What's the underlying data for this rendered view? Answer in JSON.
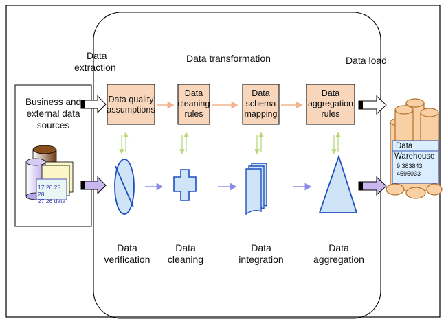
{
  "stages": {
    "extraction": "Data extraction",
    "extraction_line1": "Data",
    "extraction_line2": "extraction",
    "transformation": "Data transformation",
    "load": "Data load"
  },
  "source": {
    "title_lines": [
      "Business and",
      "external data",
      "sources"
    ],
    "sheet_lines": [
      "17 26 25 28",
      "27 26 data"
    ]
  },
  "rules": [
    {
      "lines": [
        "Data quality",
        "assumptions"
      ]
    },
    {
      "lines": [
        "Data",
        "cleaning",
        "rules"
      ]
    },
    {
      "lines": [
        "Data",
        "schema",
        "mapping"
      ]
    },
    {
      "lines": [
        "Data",
        "aggregation",
        "rules"
      ]
    }
  ],
  "processes": [
    {
      "lines": [
        "Data",
        "verification"
      ],
      "icon": "slashed-ellipse-icon"
    },
    {
      "lines": [
        "Data",
        "cleaning"
      ],
      "icon": "plus-cross-icon"
    },
    {
      "lines": [
        "Data",
        "integration"
      ],
      "icon": "stacked-documents-icon"
    },
    {
      "lines": [
        "Data",
        "aggregation"
      ],
      "icon": "triangle-icon"
    }
  ],
  "warehouse": {
    "title": "Data",
    "subtitle": "Warehouse",
    "value_lines": [
      "9 383843",
      "4595033"
    ]
  },
  "colors": {
    "rule_box_fill": "#f7d6bc",
    "rule_arrow": "#f2b48c",
    "process_arrow": "#8c8ce8",
    "process_icon_fill": "#cfe4f7",
    "process_icon_stroke": "#1f4fbf",
    "vertical_arrow": "#b9d77e",
    "warehouse_fill": "#f9cfa4",
    "warehouse_stroke": "#b0702e",
    "warehouse_label_fill": "#dbeeff",
    "barrel_fill": "#8a4f1e"
  }
}
